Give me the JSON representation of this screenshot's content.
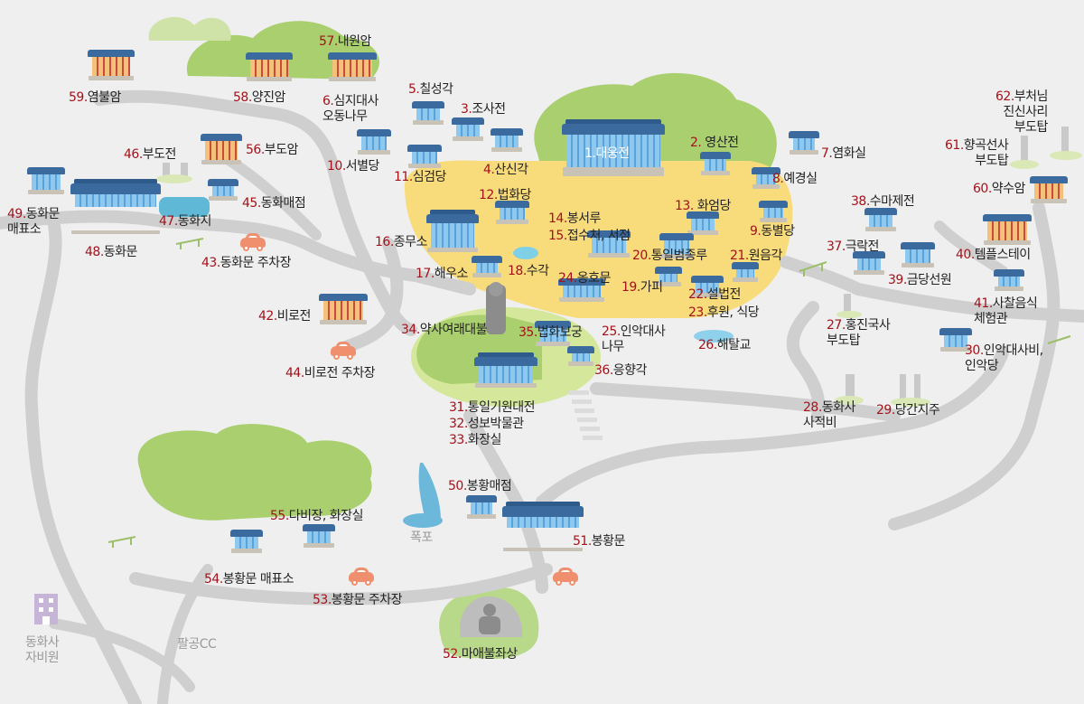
{
  "colors": {
    "background": "#efefef",
    "road": "#cfcfcf",
    "temple_zone": "#f8dc7c",
    "forest": "#a9cf6f",
    "lawn": "#d4e79a",
    "roof": "#3b6a9e",
    "label_number": "#a3121a"
  },
  "places": [
    {
      "num": "1.",
      "name": "대웅전"
    },
    {
      "num": "2.",
      "name": " 영산전"
    },
    {
      "num": "3.",
      "name": "조사전"
    },
    {
      "num": "4.",
      "name": "산신각"
    },
    {
      "num": "5.",
      "name": "칠성각"
    },
    {
      "num": "6.",
      "name": "심지대사\n오동나무"
    },
    {
      "num": "7.",
      "name": "염화실"
    },
    {
      "num": "8.",
      "name": "예경실"
    },
    {
      "num": "9.",
      "name": "동별당"
    },
    {
      "num": "10.",
      "name": "서별당"
    },
    {
      "num": "11.",
      "name": "심검당"
    },
    {
      "num": "12.",
      "name": "법화당"
    },
    {
      "num": "13.",
      "name": " 화엄당"
    },
    {
      "num": "14.",
      "name": "봉서루"
    },
    {
      "num": "15.",
      "name": "접수처, 서점"
    },
    {
      "num": "16.",
      "name": "종무소"
    },
    {
      "num": "17.",
      "name": "해우소"
    },
    {
      "num": "18.",
      "name": "수각"
    },
    {
      "num": "19.",
      "name": "가피"
    },
    {
      "num": "20.",
      "name": "통일범종루"
    },
    {
      "num": "21.",
      "name": "원음각"
    },
    {
      "num": "22.",
      "name": "설법전"
    },
    {
      "num": "23.",
      "name": "후원, 식당"
    },
    {
      "num": "24.",
      "name": "옹호문"
    },
    {
      "num": "25.",
      "name": "인악대사\n나무"
    },
    {
      "num": "26.",
      "name": "해탈교"
    },
    {
      "num": "27.",
      "name": "홍진국사\n부도탑"
    },
    {
      "num": "28.",
      "name": "동화사\n사적비"
    },
    {
      "num": "29.",
      "name": "당간지주"
    },
    {
      "num": "30.",
      "name": "인악대사비,\n인악당"
    },
    {
      "num": "31.",
      "name": "통일기원대전"
    },
    {
      "num": "32.",
      "name": "성보박물관"
    },
    {
      "num": "33.",
      "name": "화장실"
    },
    {
      "num": "34.",
      "name": "약사여래대불"
    },
    {
      "num": "35.",
      "name": "법화보궁"
    },
    {
      "num": "36.",
      "name": "응향각"
    },
    {
      "num": "37.",
      "name": "극락전"
    },
    {
      "num": "38.",
      "name": "수마제전"
    },
    {
      "num": "39.",
      "name": "금당선원"
    },
    {
      "num": "40.",
      "name": "템플스테이"
    },
    {
      "num": "41.",
      "name": "사찰음식\n체험관"
    },
    {
      "num": "42.",
      "name": "비로전"
    },
    {
      "num": "43.",
      "name": "동화문 주차장"
    },
    {
      "num": "44.",
      "name": "비로전 주차장"
    },
    {
      "num": "45.",
      "name": "동화매점"
    },
    {
      "num": "46.",
      "name": "부도전"
    },
    {
      "num": "47.",
      "name": "동화지"
    },
    {
      "num": "48.",
      "name": "동화문"
    },
    {
      "num": "49.",
      "name": "동화문\n매표소"
    },
    {
      "num": "50.",
      "name": "봉황매점"
    },
    {
      "num": "51.",
      "name": "봉황문"
    },
    {
      "num": "52.",
      "name": "마애불좌상"
    },
    {
      "num": "53.",
      "name": "봉황문 주차장"
    },
    {
      "num": "54.",
      "name": "봉황문 매표소"
    },
    {
      "num": "55.",
      "name": "다비장, 화장실"
    },
    {
      "num": "56.",
      "name": "부도암"
    },
    {
      "num": "57.",
      "name": "내원암"
    },
    {
      "num": "58.",
      "name": "양진암"
    },
    {
      "num": "59.",
      "name": "염불암"
    },
    {
      "num": "60.",
      "name": "약수암"
    },
    {
      "num": "61.",
      "name": "향곡선사\n부도탑"
    },
    {
      "num": "62.",
      "name": "부처님\n진신사리\n부도탑"
    }
  ],
  "plain_labels": {
    "waterfall": "폭포",
    "golf": "팔공CC",
    "welfare": "동화사\n자비원"
  }
}
